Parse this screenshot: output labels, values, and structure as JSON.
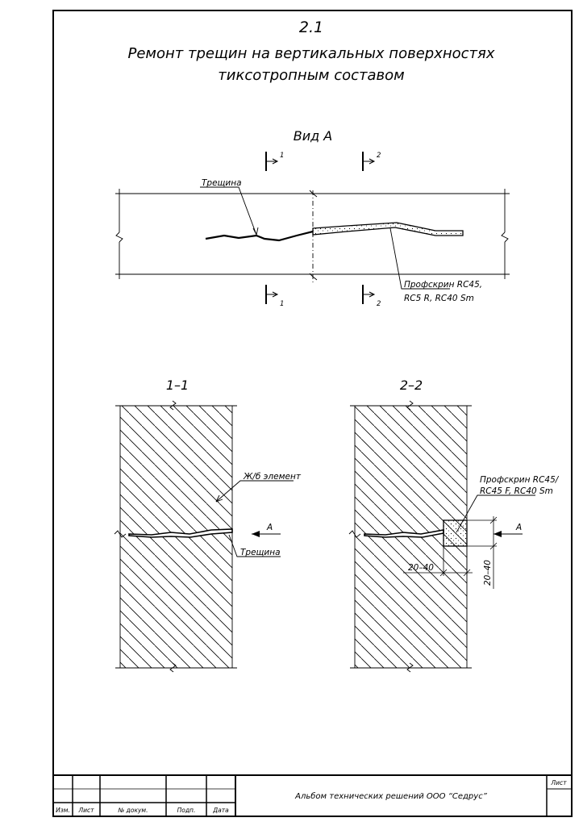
{
  "sheet_number": "2.1",
  "title_line1": "Ремонт трещин на вертикальных поверхностях",
  "title_line2": "тиксотропным составом",
  "view_a": {
    "title": "Вид А",
    "cut_marks": [
      "1",
      "2"
    ],
    "crack_label": "Трещина",
    "repair_label_line1": "Профскрин RC45,",
    "repair_label_line2": "RC5 R, RC40 Sm"
  },
  "section_1": {
    "title": "1–1",
    "element_label": "Ж/б элемент",
    "view_arrow_label": "А",
    "crack_label": "Трещина"
  },
  "section_2": {
    "title": "2–2",
    "material_line1": "Профскрин RC45/",
    "material_line2": "RC45 F, RC40 Sm",
    "view_arrow_label": "А",
    "dim_horizontal": "20–40",
    "dim_vertical": "20–40"
  },
  "title_block": {
    "company": "Альбом технических решений ООО “Седрус”",
    "sheet_label": "Лист",
    "col_izm": "Изм.",
    "col_list": "Лист",
    "col_doc": "№ докум.",
    "col_sign": "Подп.",
    "col_date": "Дата"
  }
}
